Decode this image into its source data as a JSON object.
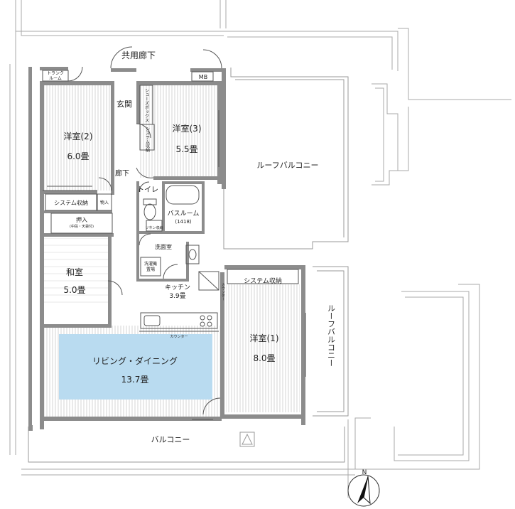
{
  "plan": {
    "common_corridor": "共用廊下",
    "trunk_room_line1": "トランク",
    "trunk_room_line2": "ルーム",
    "mb": "MB",
    "shoe_box": "シューズボックス",
    "entrance": "玄関",
    "system_storage_vertical": "システム収納",
    "hallway": "廊下",
    "toilet": "トイレ",
    "bathroom": "バスルーム",
    "bathroom_size": "(1418)",
    "linen": "リネン収納",
    "storage_small": "物入",
    "washroom": "洗面室",
    "laundry_line1": "洗濯機",
    "laundry_line2": "置場",
    "kitchen": "キッチン",
    "kitchen_size": "3.9畳",
    "counter": "カウンター",
    "counter_right": "カウンター",
    "closet": "押入",
    "closet_note": "(中段・天袋付)",
    "system_storage_2": "システム収納",
    "system_storage_1": "システム収納",
    "room2": "洋室(2)",
    "room2_size": "6.0畳",
    "room3": "洋室(3)",
    "room3_size": "5.5畳",
    "room1": "洋室(1)",
    "room1_size": "8.0畳",
    "japanese_room": "和室",
    "japanese_size": "5.0畳",
    "living": "リビング・ダイニング",
    "living_size": "13.7畳",
    "roof_balcony_top": "ルーフバルコニー",
    "roof_balcony_right": "ルーフバルコニー",
    "balcony": "バルコニー",
    "north": "N"
  },
  "colors": {
    "wall": "#8c8c8c",
    "floor_line": "#d4d4d4",
    "living_highlight": "#b9dbf0"
  }
}
